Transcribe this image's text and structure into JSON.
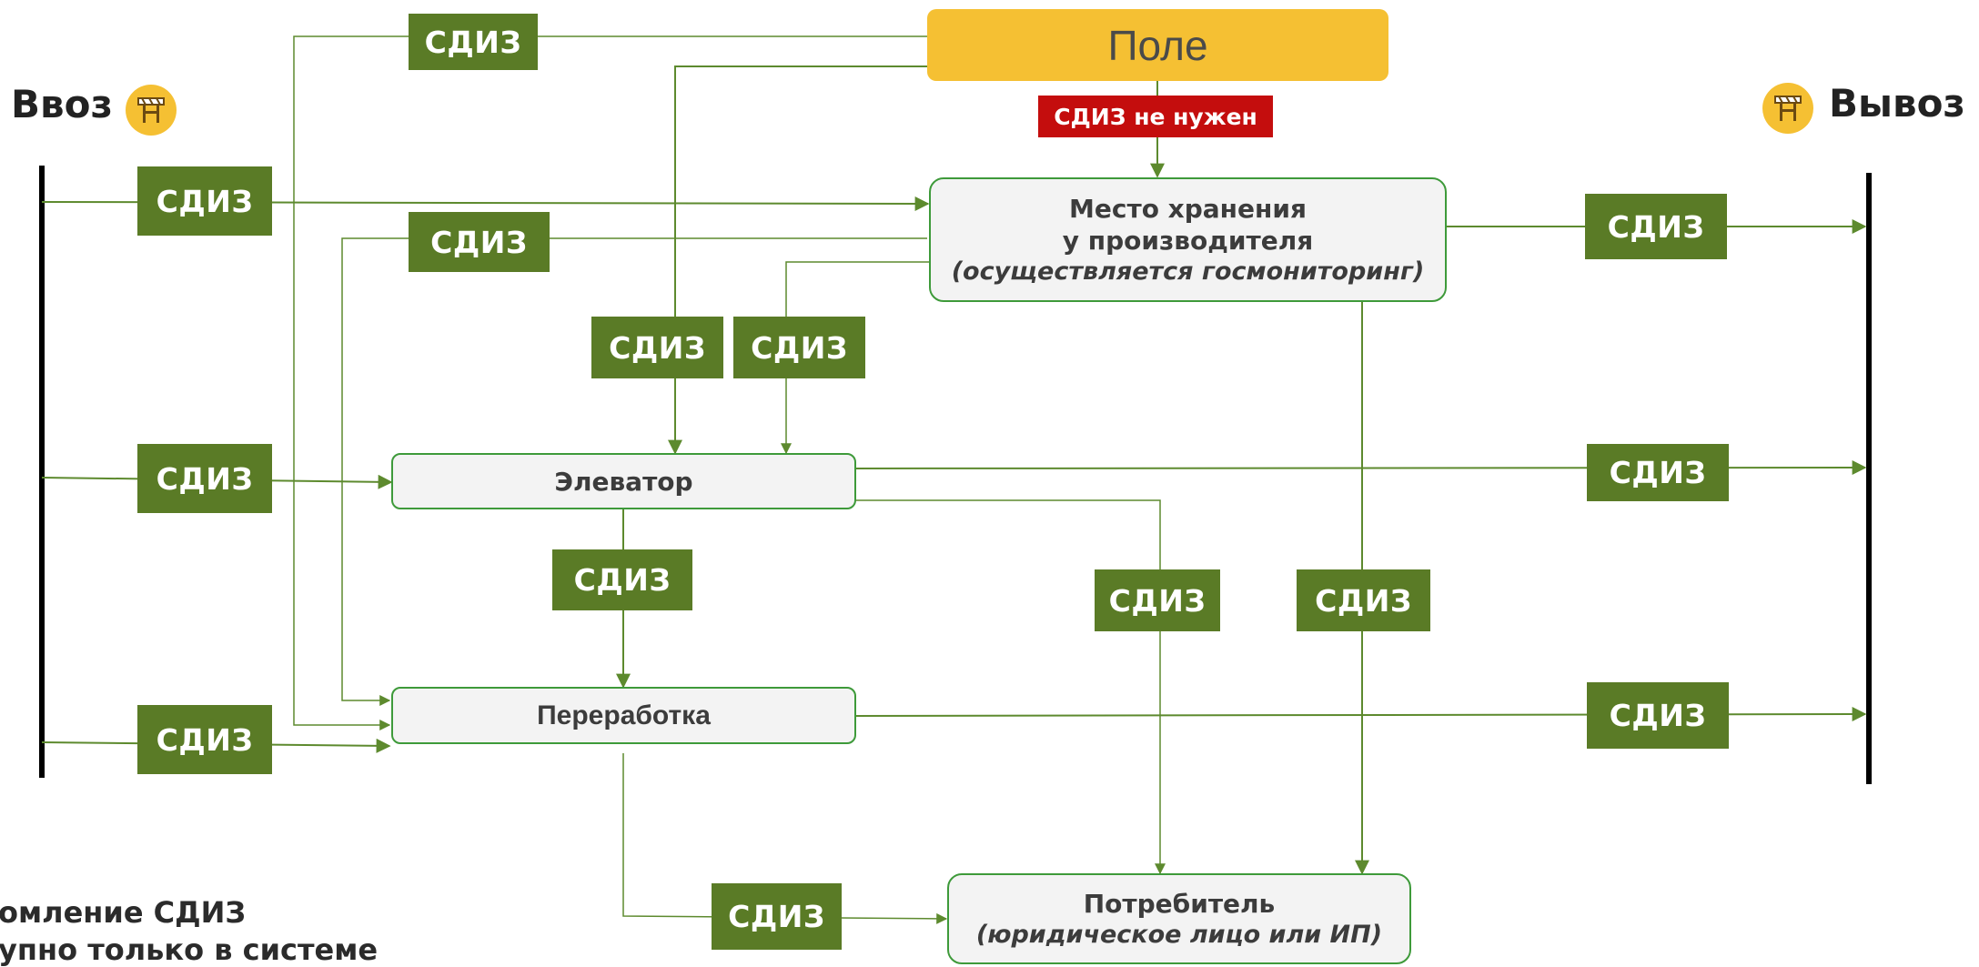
{
  "diagram": {
    "field_label": "Поле",
    "not_needed_label": "СДИЗ не нужен",
    "import_label": "Ввоз",
    "export_label": "Вывоз",
    "tag_label": "СДИЗ",
    "storage": {
      "line1": "Место хранения",
      "line2": "у производителя",
      "line3": "(осуществляется госмониторинг)"
    },
    "elevator": "Элеватор",
    "processing": "Переработка",
    "consumer": {
      "line1": "Потребитель",
      "line2": "(юридическое лицо или ИП)"
    },
    "note": {
      "line1": "омление СДИЗ",
      "line2": "упно только в системе"
    },
    "colors": {
      "tag": "#5a7b26",
      "line": "#5d8a2e",
      "field": "#f5c033",
      "warning": "#c40d0d",
      "node_border": "#3e9a3a"
    }
  }
}
